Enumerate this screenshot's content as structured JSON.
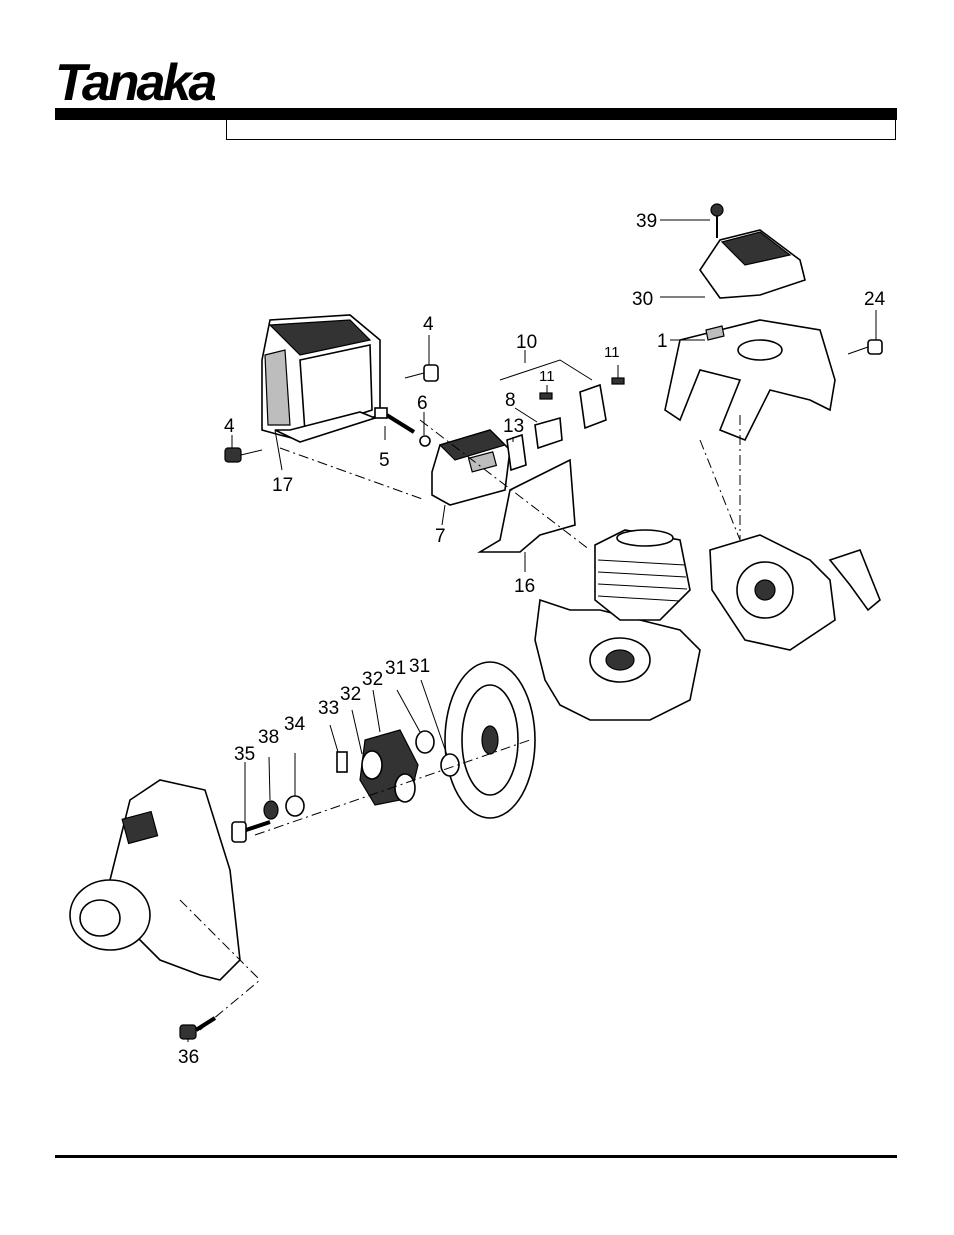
{
  "brand": {
    "name": "Tanaka"
  },
  "labels": {
    "l39": "39",
    "l30": "30",
    "l24": "24",
    "l1": "1",
    "l4a": "4",
    "l4b": "4",
    "l10": "10",
    "l11a": "11",
    "l11b": "11",
    "l6": "6",
    "l8": "8",
    "l13": "13",
    "l5": "5",
    "l17": "17",
    "l7": "7",
    "l16": "16",
    "l31a": "31",
    "l31b": "31",
    "l32a": "32",
    "l32b": "32",
    "l33": "33",
    "l34": "34",
    "l35": "35",
    "l38": "38",
    "l36": "36"
  },
  "colors": {
    "ink": "#000000",
    "paper": "#ffffff",
    "shade": "#333333"
  }
}
